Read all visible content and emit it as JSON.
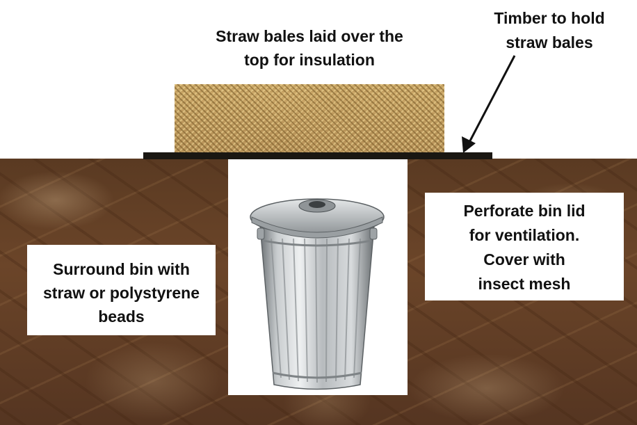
{
  "labels": {
    "straw_bales": [
      "Straw bales laid over the",
      "top for insulation"
    ],
    "timber": [
      "Timber to hold",
      "straw bales"
    ],
    "surround": [
      "Surround bin with",
      "straw or polystyrene",
      "beads"
    ],
    "lid": [
      "Perforate bin lid",
      "for ventilation.",
      "Cover with",
      "insect mesh"
    ]
  },
  "colors": {
    "soil": "#5a3a22",
    "timber": "#1a1712",
    "straw": "#cdaa6a",
    "bin_metal": "#b8bcbf"
  }
}
